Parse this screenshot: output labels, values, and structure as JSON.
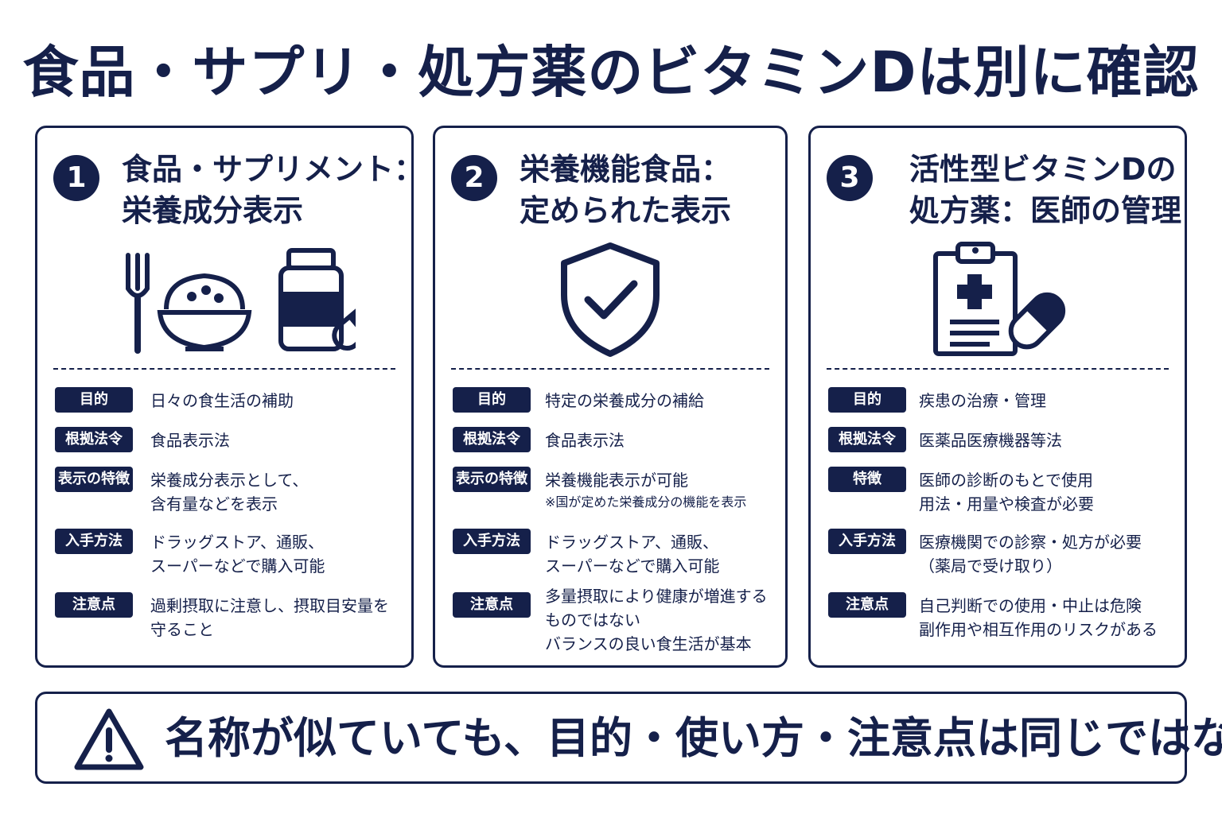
{
  "title": "食品・サプリ・処方薬のビタミンDは別に確認",
  "colors": {
    "navy": "#15204a",
    "background": "#ffffff"
  },
  "cards": [
    {
      "number": "1",
      "title_lines": [
        "食品・サプリメント：",
        "栄養成分表示"
      ],
      "icons": [
        "fork-icon",
        "rice-bowl-icon",
        "supplement-bottle-icon",
        "capsule-icon"
      ],
      "rows": [
        {
          "label": "目的",
          "lines": [
            "日々の食生活の補助"
          ]
        },
        {
          "label": "根拠法令",
          "lines": [
            "食品表示法"
          ]
        },
        {
          "label": "表示の特徴",
          "lines": [
            "栄養成分表示として、",
            "含有量などを表示"
          ]
        },
        {
          "label": "入手方法",
          "lines": [
            "ドラッグストア、通販、",
            "スーパーなどで購入可能"
          ]
        },
        {
          "label": "注意点",
          "lines": [
            "過剰摂取に注意し、摂取目安量を",
            "守ること"
          ]
        }
      ]
    },
    {
      "number": "2",
      "title_lines": [
        "栄養機能食品：",
        "定められた表示"
      ],
      "icons": [
        "shield-check-icon"
      ],
      "rows": [
        {
          "label": "目的",
          "lines": [
            "特定の栄養成分の補給"
          ]
        },
        {
          "label": "根拠法令",
          "lines": [
            "食品表示法"
          ]
        },
        {
          "label": "表示の特徴",
          "lines": [
            "栄養機能表示が可能"
          ],
          "note": "※国が定めた栄養成分の機能を表示"
        },
        {
          "label": "入手方法",
          "lines": [
            "ドラッグストア、通販、",
            "スーパーなどで購入可能"
          ]
        },
        {
          "label": "注意点",
          "lines": [
            "多量摂取により健康が増進する",
            "ものではない",
            "バランスの良い食生活が基本"
          ]
        }
      ]
    },
    {
      "number": "3",
      "title_lines": [
        "活性型ビタミンDの",
        "処方薬：医師の管理"
      ],
      "icons": [
        "prescription-clipboard-icon",
        "capsule-icon"
      ],
      "rows": [
        {
          "label": "目的",
          "lines": [
            "疾患の治療・管理"
          ]
        },
        {
          "label": "根拠法令",
          "lines": [
            "医薬品医療機器等法"
          ]
        },
        {
          "label": "特徴",
          "lines": [
            "医師の診断のもとで使用",
            "用法・用量や検査が必要"
          ]
        },
        {
          "label": "入手方法",
          "lines": [
            "医療機関での診察・処方が必要",
            "（薬局で受け取り）"
          ]
        },
        {
          "label": "注意点",
          "lines": [
            "自己判断での使用・中止は危険",
            "副作用や相互作用のリスクがある"
          ]
        }
      ]
    }
  ],
  "banner": {
    "icon": "warning-triangle-icon",
    "text": "名称が似ていても、目的・使い方・注意点は同じではない"
  }
}
